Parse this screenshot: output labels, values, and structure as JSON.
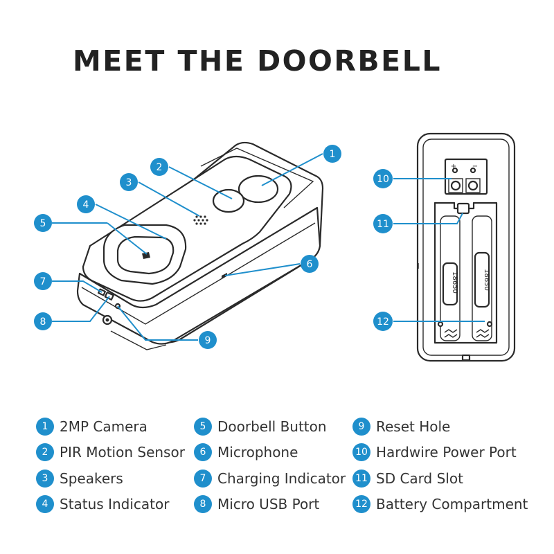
{
  "title": "MEET THE DOORBELL",
  "parts": [
    {
      "num": "1",
      "label": "2MP Camera"
    },
    {
      "num": "2",
      "label": "PIR Motion Sensor"
    },
    {
      "num": "3",
      "label": "Speakers"
    },
    {
      "num": "4",
      "label": "Status Indicator"
    },
    {
      "num": "5",
      "label": "Doorbell Button"
    },
    {
      "num": "6",
      "label": "Microphone"
    },
    {
      "num": "7",
      "label": "Charging Indicator"
    },
    {
      "num": "8",
      "label": "Micro USB Port"
    },
    {
      "num": "9",
      "label": "Reset Hole"
    },
    {
      "num": "10",
      "label": "Hardwire Power Port"
    },
    {
      "num": "11",
      "label": "SD Card Slot"
    },
    {
      "num": "12",
      "label": "Battery Compartment"
    }
  ],
  "battery_labels": [
    "18650",
    "18650"
  ],
  "terminal_labels": [
    "+",
    "−"
  ],
  "accent_color": "#1f8fcc"
}
